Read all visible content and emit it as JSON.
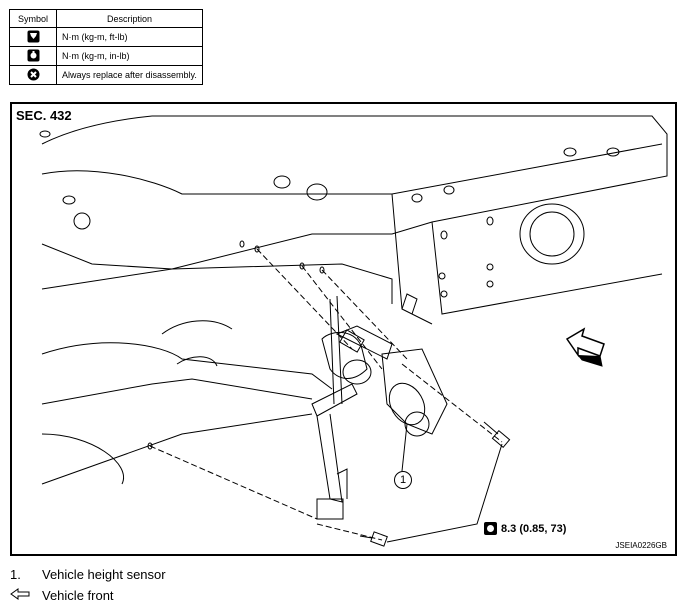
{
  "legend": {
    "header_symbol": "Symbol",
    "header_description": "Description",
    "rows": [
      {
        "icon": "torque-wrench-icon",
        "text": "N·m (kg-m, ft-lb)"
      },
      {
        "icon": "torque-wrench-small-icon",
        "text": "N·m (kg-m, in-lb)"
      },
      {
        "icon": "replace-icon",
        "text": "Always replace after disassembly."
      }
    ]
  },
  "figure": {
    "section": "SEC. 432",
    "torque_spec": "8.3 (0.85, 73)",
    "callout_number": "1",
    "figure_code": "JSEIA0226GB"
  },
  "notes": {
    "item1_key": "1.",
    "item1_text": "Vehicle height sensor",
    "item2_icon": "front-arrow-icon",
    "item2_text": "Vehicle front"
  }
}
